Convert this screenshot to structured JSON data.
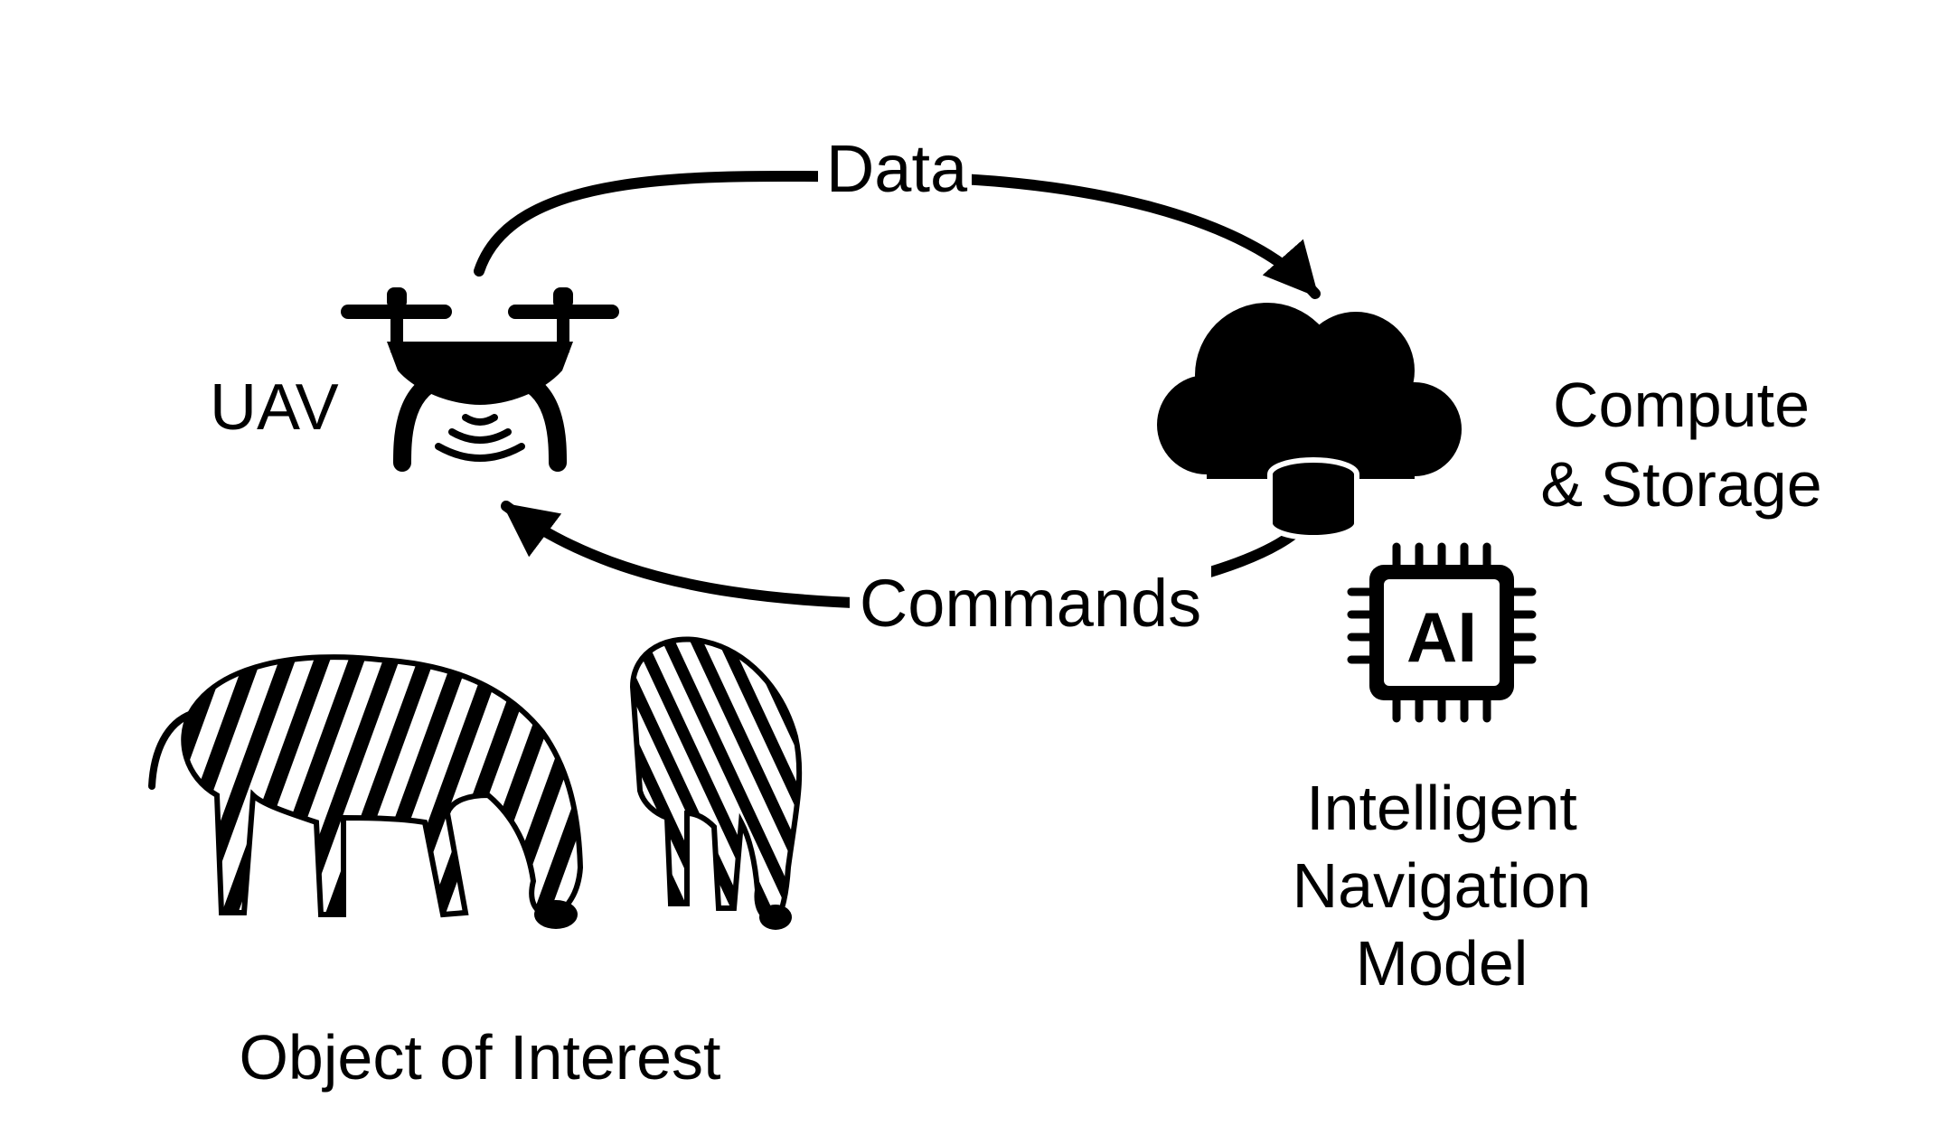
{
  "labels": {
    "uav": "UAV",
    "data_edge": "Data",
    "commands_edge": "Commands",
    "compute_line1": "Compute",
    "compute_line2": "& Storage",
    "chip_text": "AI",
    "model_line1": "Intelligent",
    "model_line2": "Navigation",
    "model_line3": "Model",
    "object": "Object of Interest"
  },
  "icons": {
    "uav": "drone-icon",
    "cloud": "cloud-database-icon",
    "chip": "ai-chip-icon",
    "object": "zebra-silhouettes"
  },
  "colors": {
    "ink": "#000000",
    "background": "#ffffff"
  }
}
